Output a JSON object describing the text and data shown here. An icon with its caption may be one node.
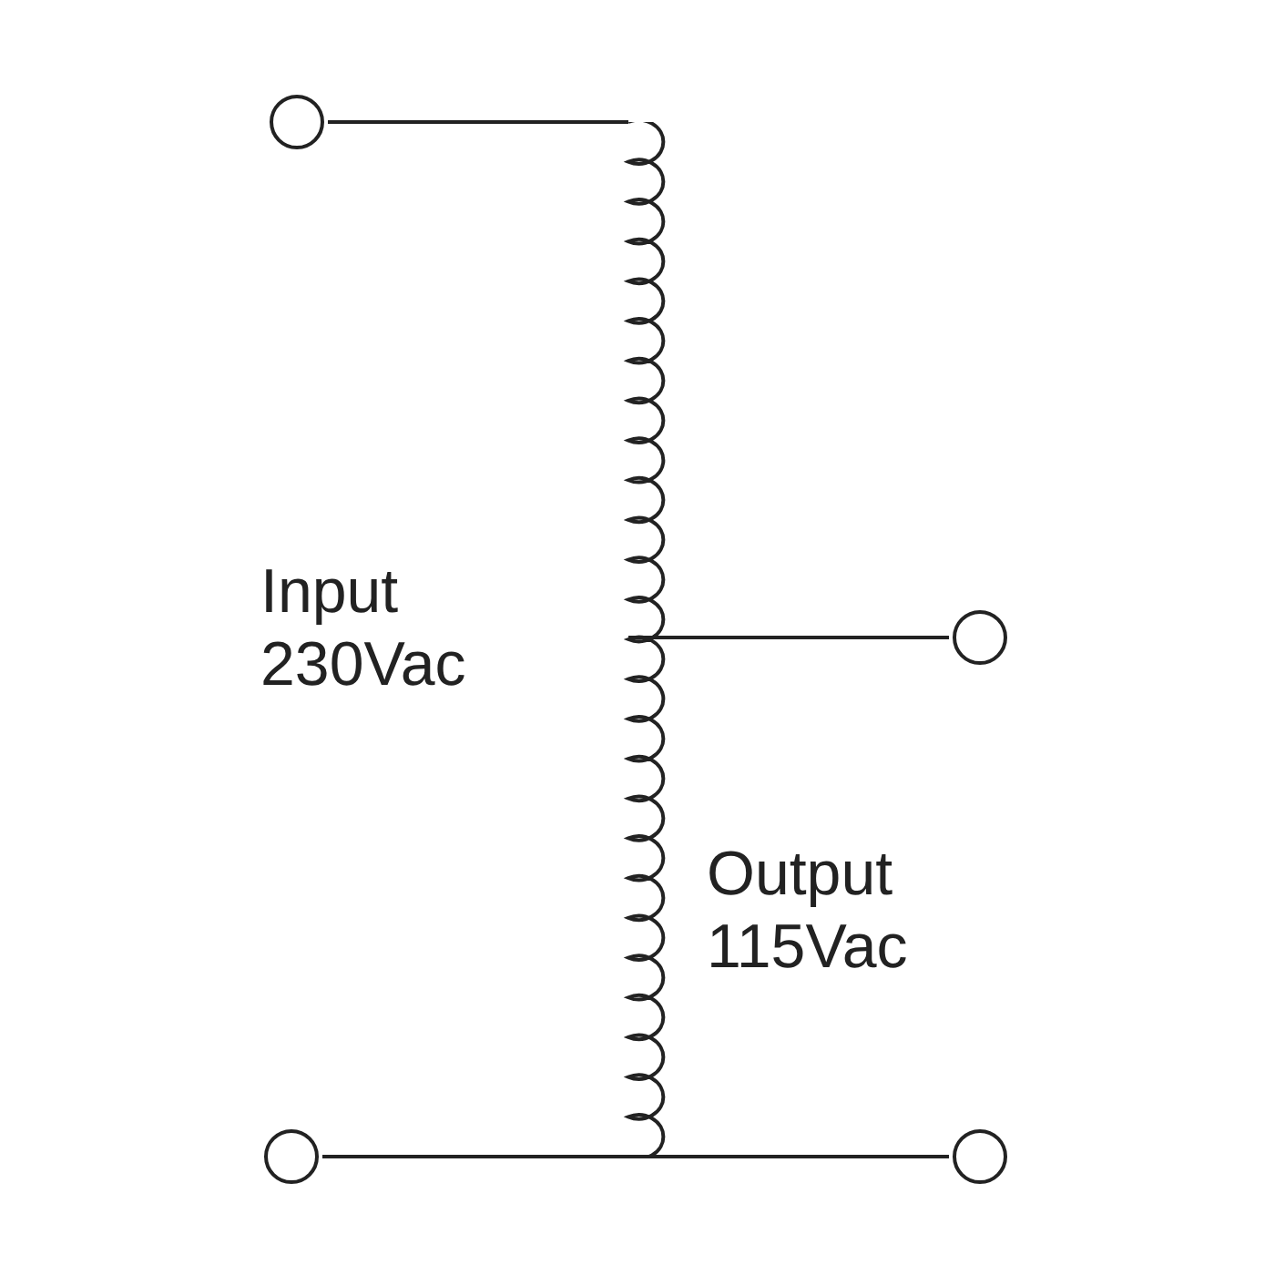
{
  "diagram": {
    "nodes": [
      {
        "text": [],
        "shape": "circle"
      },
      {
        "text": [],
        "shape": "circle"
      },
      {
        "text": [],
        "shape": "circle"
      },
      {
        "text": [],
        "shape": "circle"
      },
      {
        "text": [],
        "shape": "coil"
      }
    ],
    "edges": [
      {
        "from": 0,
        "to": 4,
        "arrow": "none"
      },
      {
        "from": 4,
        "to": 1,
        "arrow": "none"
      },
      {
        "from": 4,
        "to": 2,
        "arrow": "none"
      },
      {
        "from": 4,
        "to": 3,
        "arrow": "none"
      }
    ],
    "labels": [
      "Input 230Vac",
      "Output 115Vac"
    ]
  }
}
